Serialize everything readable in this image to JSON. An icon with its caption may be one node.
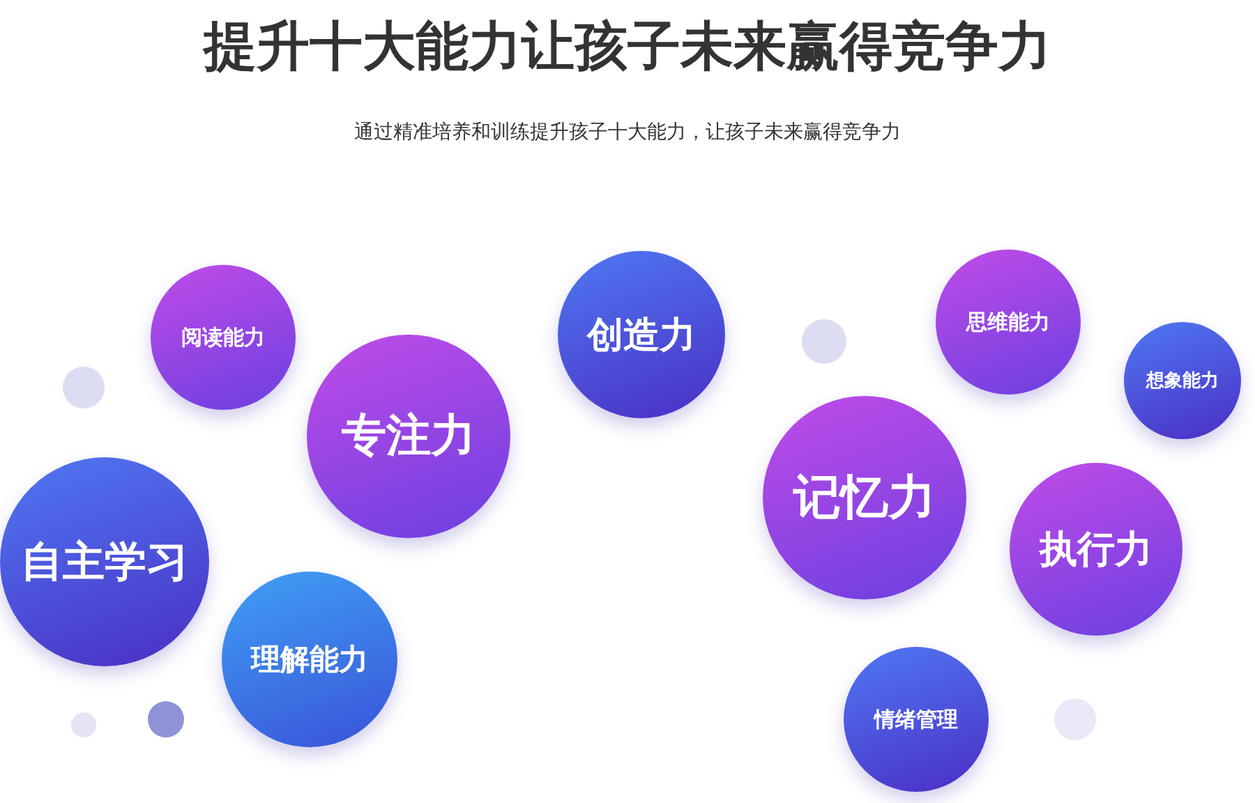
{
  "diagram": {
    "title": "提升十大能力让孩子未来赢得竞争力",
    "nodes": [
      {
        "text": [
          "阅读能力"
        ]
      },
      {
        "text": [
          "专注力"
        ]
      },
      {
        "text": [
          "创造力"
        ]
      },
      {
        "text": [],
        "shape": "circle"
      },
      {
        "text": [
          "自主学习"
        ]
      },
      {
        "text": [
          "理解能力"
        ]
      },
      {
        "text": [],
        "shape": "circle"
      },
      {
        "text": [],
        "shape": "circle"
      },
      {
        "text": [
          "记忆力"
        ]
      },
      {
        "text": [
          "思维能力"
        ]
      },
      {
        "text": [
          "想象能力"
        ]
      },
      {
        "text": [
          "执行力"
        ]
      },
      {
        "text": [
          "情绪管理"
        ]
      },
      {
        "text": [],
        "shape": "circle"
      },
      {
        "text": [],
        "shape": "circle"
      }
    ],
    "edges": [],
    "labels": [
      "通过精准培养和训练提升孩子十大能力，让孩子未来赢得竞争力"
    ]
  }
}
